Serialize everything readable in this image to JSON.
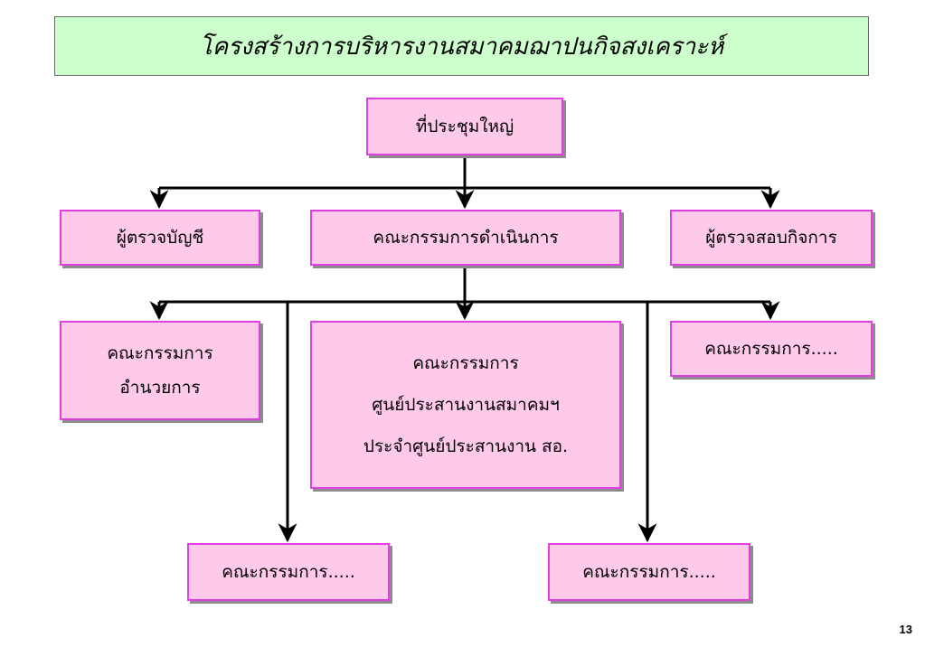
{
  "title": "โครงสร้างการบริหารงานสมาคมฌาปนกิจสงเคราะห์",
  "nodes": {
    "general_meeting": "ที่ประชุมใหญ่",
    "auditor": "ผู้ตรวจบัญชี",
    "executive_committee": "คณะกรรมการดำเนินการ",
    "business_inspector": "ผู้ตรวจสอบกิจการ",
    "directing_committee": [
      "คณะกรรมการ",
      "อำนวยการ"
    ],
    "coordination_center_committee": [
      "คณะกรรมการ",
      "ศูนย์ประสานงานสมาคมฯ",
      "ประจำศูนย์ประสานงาน สอ."
    ],
    "committee_right": "คณะกรรมการ.....",
    "committee_bottom_left": "คณะกรรมการ.....",
    "committee_bottom_right": "คณะกรรมการ....."
  },
  "page_number": "13"
}
